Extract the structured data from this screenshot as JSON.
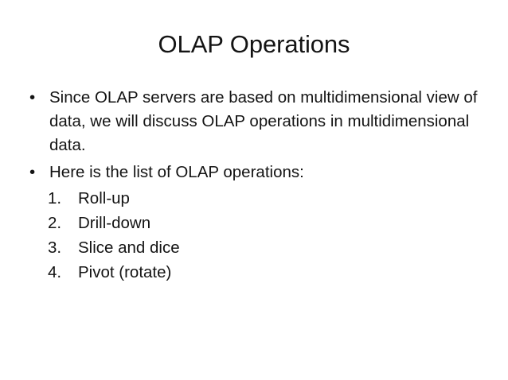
{
  "slide": {
    "title": "OLAP Operations",
    "background_color": "#ffffff",
    "text_color": "#141414",
    "bullet_glyph": "•",
    "bullets": [
      {
        "text": "Since OLAP servers are based on multidimensional view of data, we will discuss OLAP operations in multidimensional data."
      },
      {
        "text": "Here is the list of OLAP operations:"
      }
    ],
    "numbered_list": [
      {
        "marker": "1.",
        "label": "Roll-up"
      },
      {
        "marker": "2.",
        "label": "Drill-down"
      },
      {
        "marker": "3.",
        "label": "Slice and dice"
      },
      {
        "marker": "4.",
        "label": "Pivot (rotate)"
      }
    ]
  }
}
